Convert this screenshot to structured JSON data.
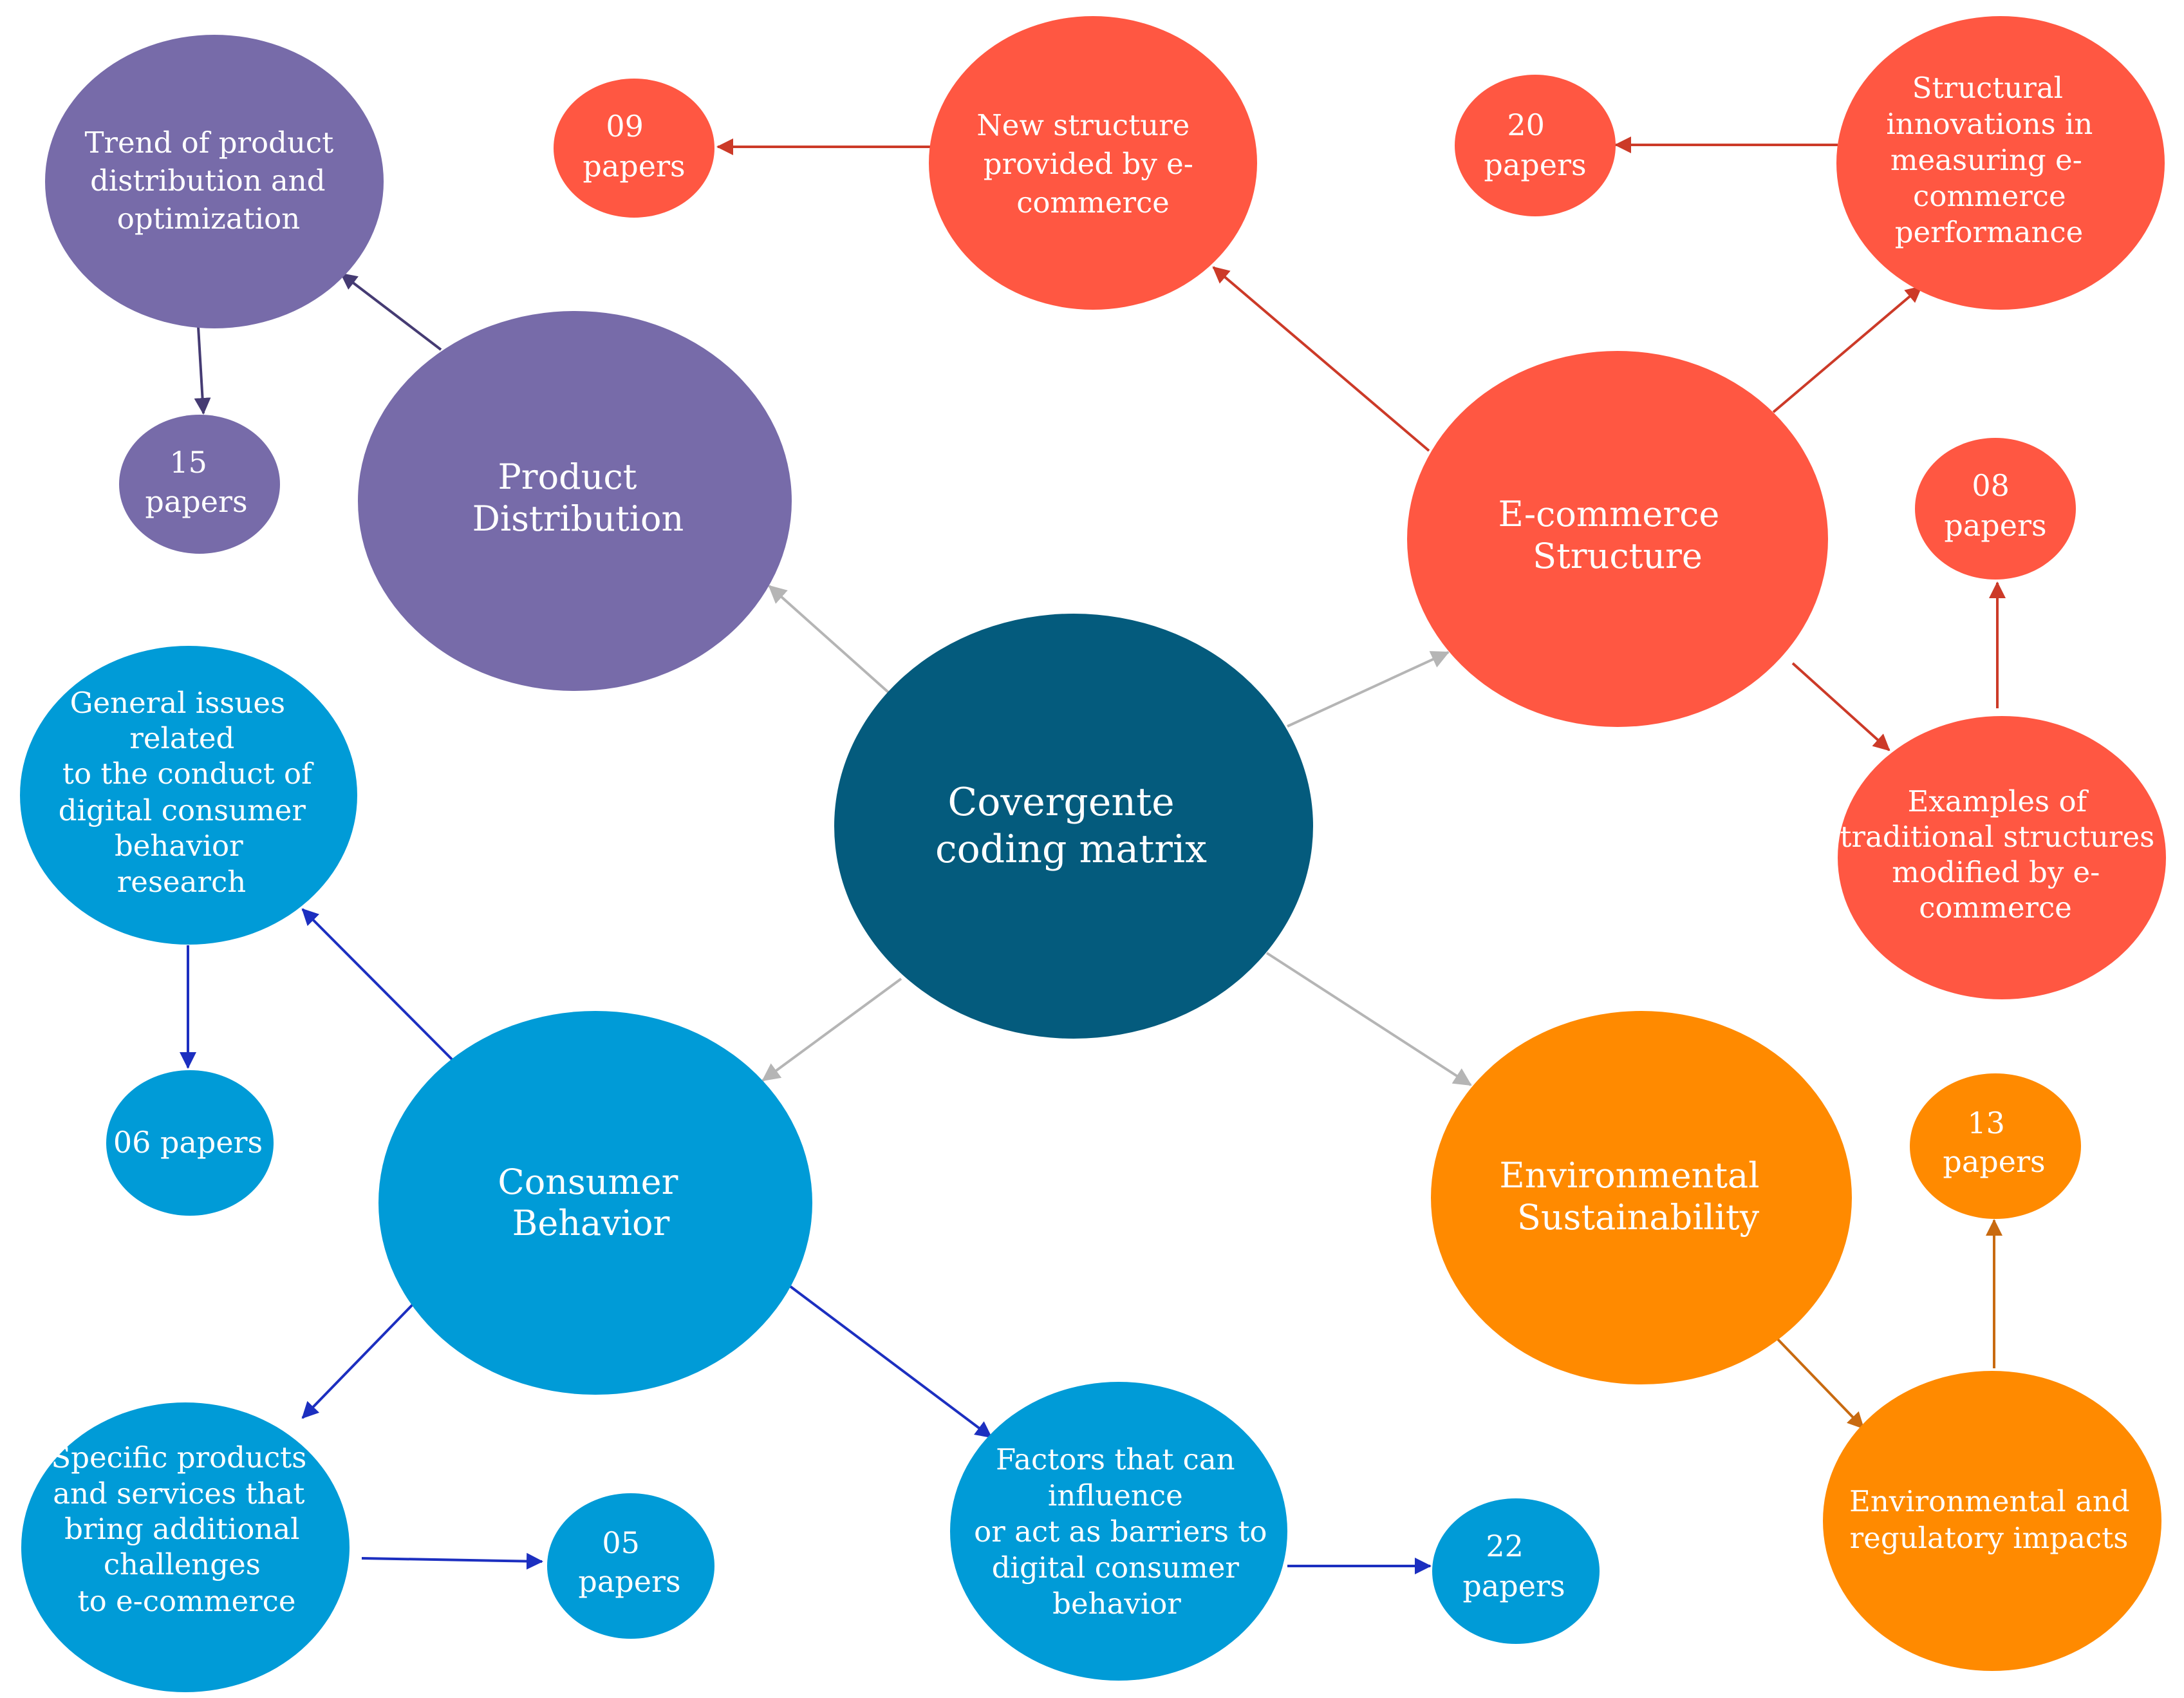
{
  "colors": {
    "center": "#045B7D",
    "product_distribution": "#776BA9",
    "ecommerce_structure": "#FF5742",
    "consumer_behavior": "#009BD7",
    "environmental": "#FF8A00",
    "center_arrow": "#B5B5B5",
    "pd_arrow": "#453B73",
    "ec_arrow": "#CC3A28",
    "cb_arrow": "#1C2FC0",
    "env_arrow": "#C86A10"
  },
  "center": {
    "label": [
      "Covergente",
      "coding matrix"
    ]
  },
  "product_distribution": {
    "label": [
      "Product",
      "Distribution"
    ],
    "sub": {
      "label": [
        "Trend of product",
        "distribution and",
        "optimization"
      ],
      "count": [
        "15",
        "papers"
      ]
    }
  },
  "ecommerce_structure": {
    "label": [
      "E-commerce",
      "Structure"
    ],
    "subs": [
      {
        "label": [
          "New structure",
          "provided by e-",
          "commerce"
        ],
        "count": [
          "09",
          "papers"
        ]
      },
      {
        "label": [
          "Structural",
          "innovations in",
          "measuring e-",
          "commerce",
          "performance"
        ],
        "count": [
          "20",
          "papers"
        ]
      },
      {
        "label": [
          "Examples of",
          "traditional structures",
          "modified by e-",
          "commerce"
        ],
        "count": [
          "08",
          "papers"
        ]
      }
    ]
  },
  "consumer_behavior": {
    "label": [
      "Consumer",
      "Behavior"
    ],
    "subs": [
      {
        "label": [
          "General issues",
          "related",
          "to the conduct of",
          "digital consumer",
          "behavior",
          "research"
        ],
        "count": [
          "06 papers"
        ]
      },
      {
        "label": [
          "Specific products",
          "and services that",
          "bring additional",
          "challenges",
          "to e-commerce"
        ],
        "count": [
          "05",
          "papers"
        ]
      },
      {
        "label": [
          "Factors that can",
          "influence",
          "or act as barriers to",
          "digital consumer",
          "behavior"
        ],
        "count": [
          "22",
          "papers"
        ]
      }
    ]
  },
  "environmental": {
    "label": [
      "Environmental",
      "Sustainability"
    ],
    "sub": {
      "label": [
        "Environmental and",
        "regulatory impacts"
      ],
      "count": [
        "13",
        "papers"
      ]
    }
  }
}
